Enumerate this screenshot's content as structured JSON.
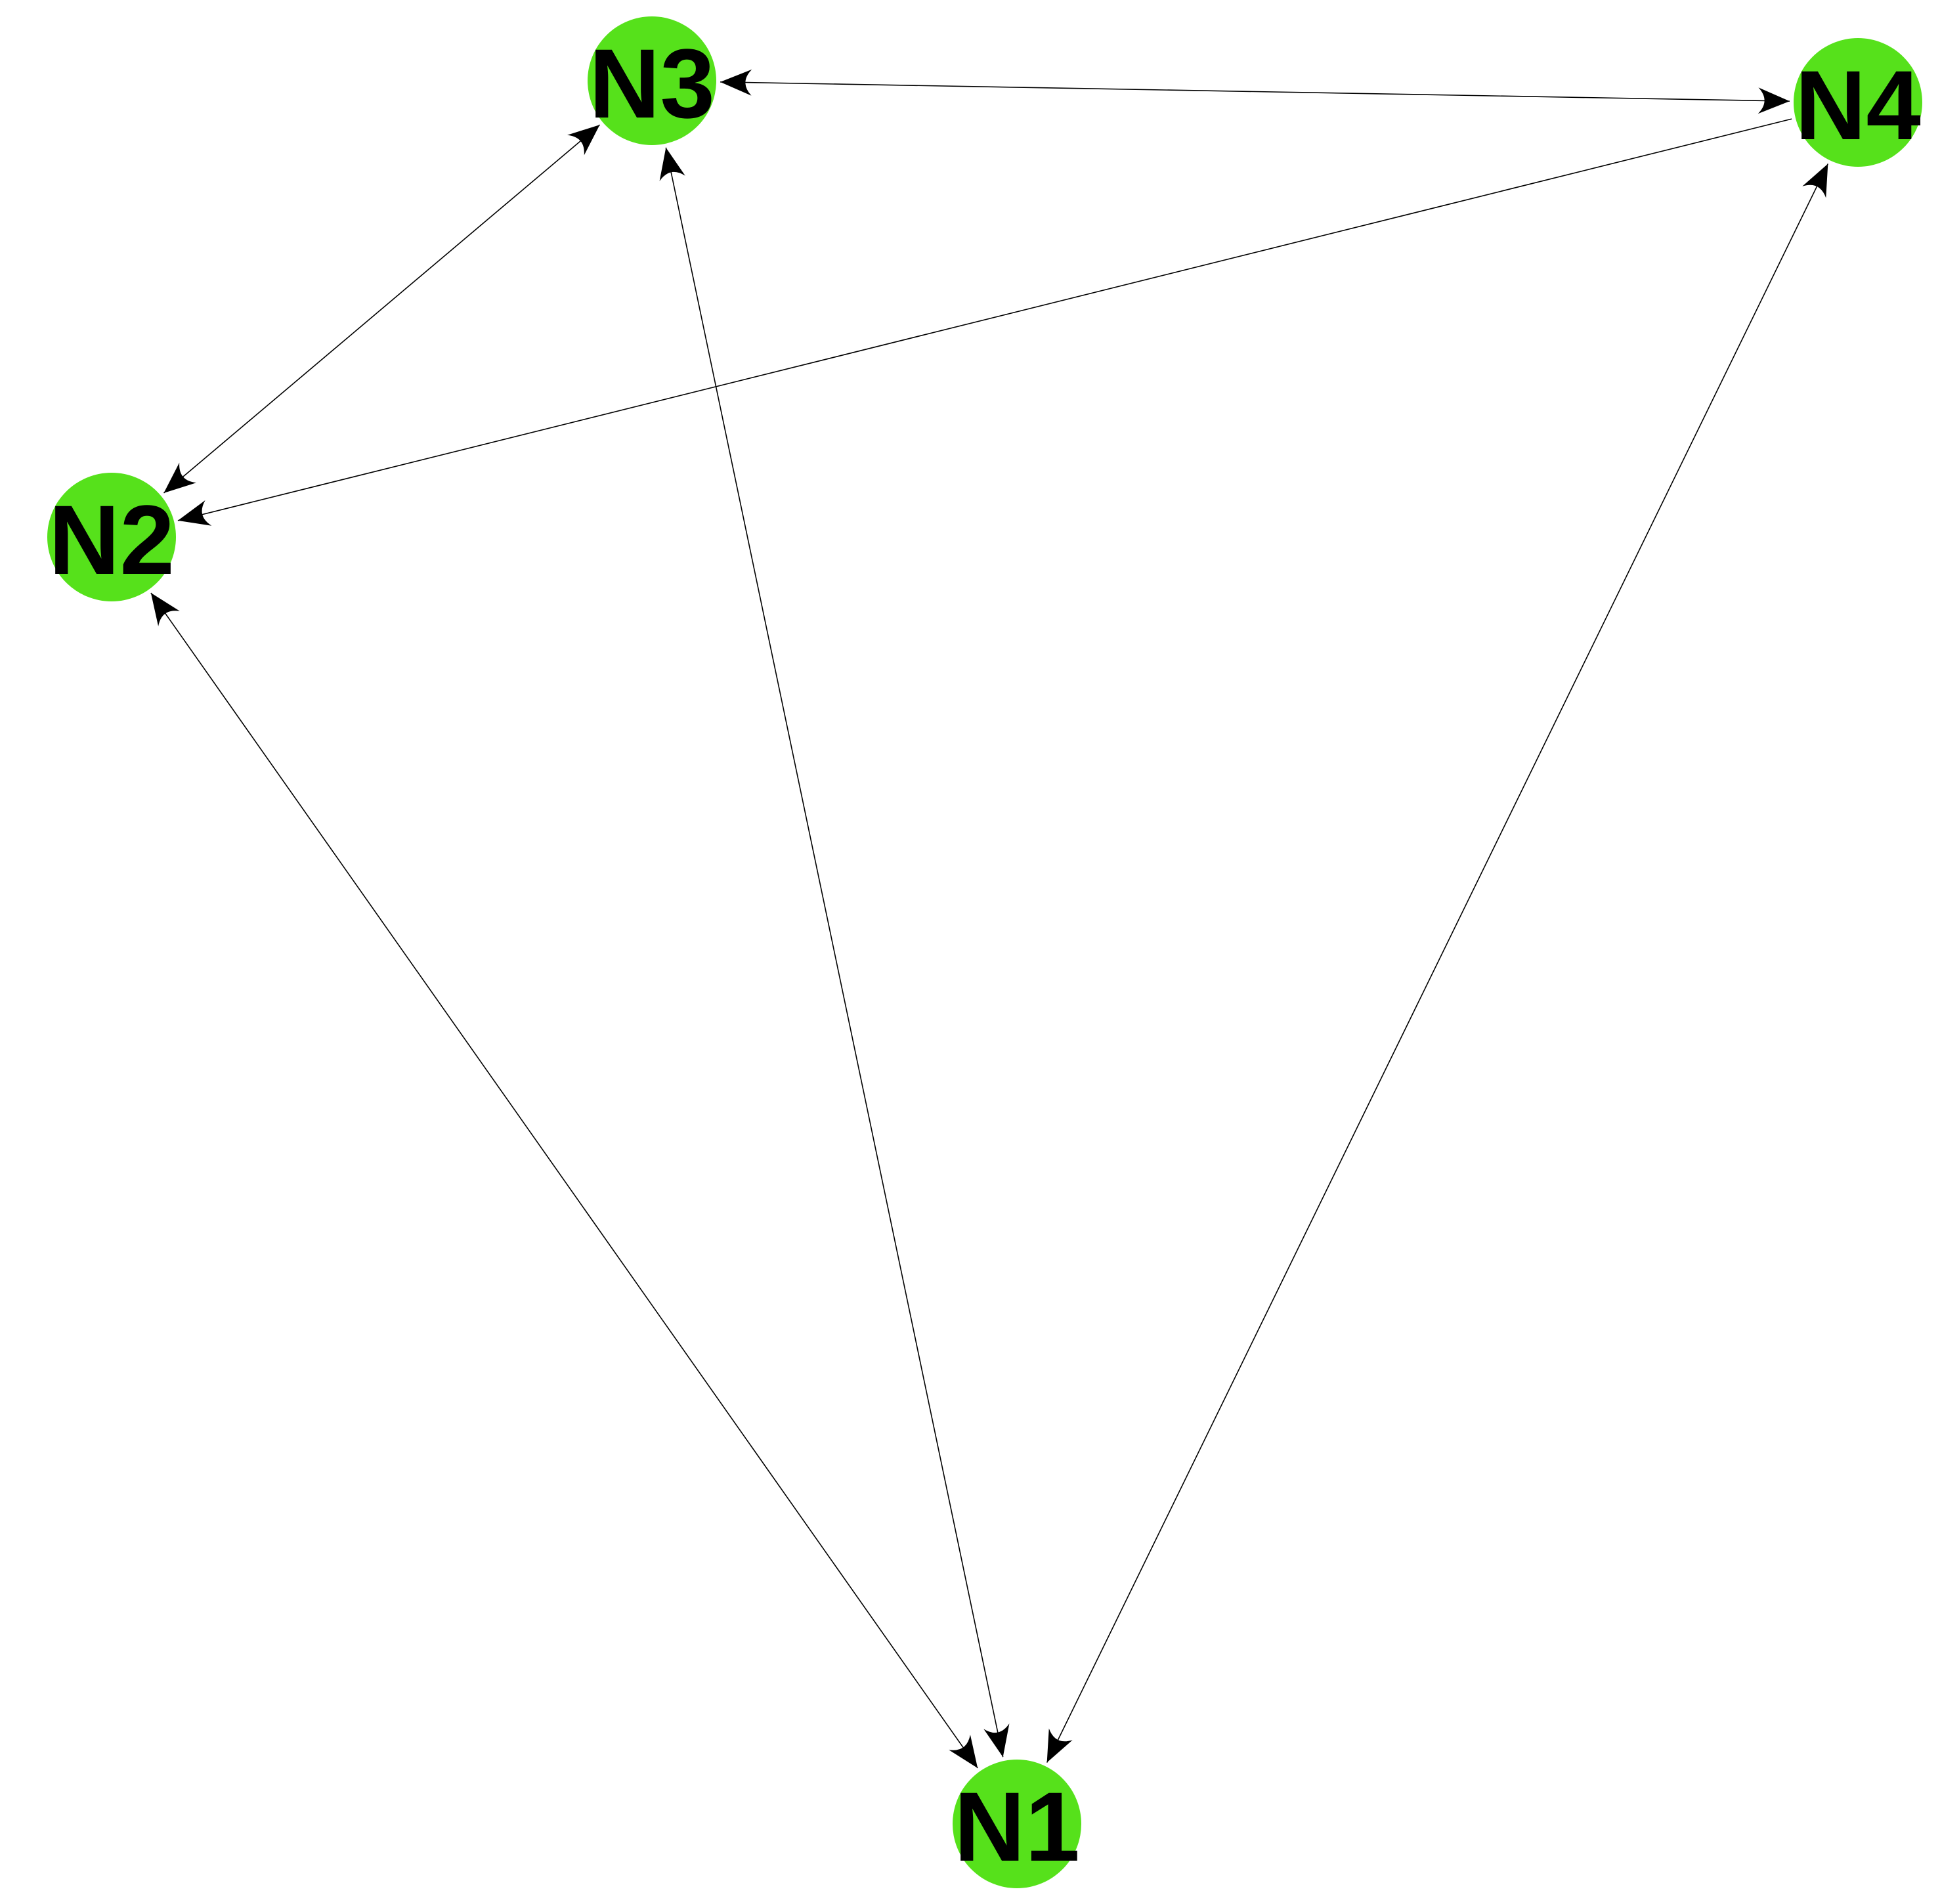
{
  "diagram": {
    "type": "directed-graph",
    "colors": {
      "node_fill": "#56e11b",
      "edge": "#000000",
      "label": "#000000",
      "background": "#ffffff"
    },
    "nodes": [
      {
        "id": "N1",
        "label": "N1"
      },
      {
        "id": "N2",
        "label": "N2"
      },
      {
        "id": "N3",
        "label": "N3"
      },
      {
        "id": "N4",
        "label": "N4"
      }
    ],
    "edges": [
      {
        "from": "N1",
        "to": "N2",
        "bidirectional": true
      },
      {
        "from": "N1",
        "to": "N3",
        "bidirectional": true
      },
      {
        "from": "N1",
        "to": "N4",
        "bidirectional": true
      },
      {
        "from": "N2",
        "to": "N3",
        "bidirectional": true
      },
      {
        "from": "N4",
        "to": "N2",
        "bidirectional": false
      },
      {
        "from": "N3",
        "to": "N4",
        "bidirectional": true
      }
    ]
  }
}
